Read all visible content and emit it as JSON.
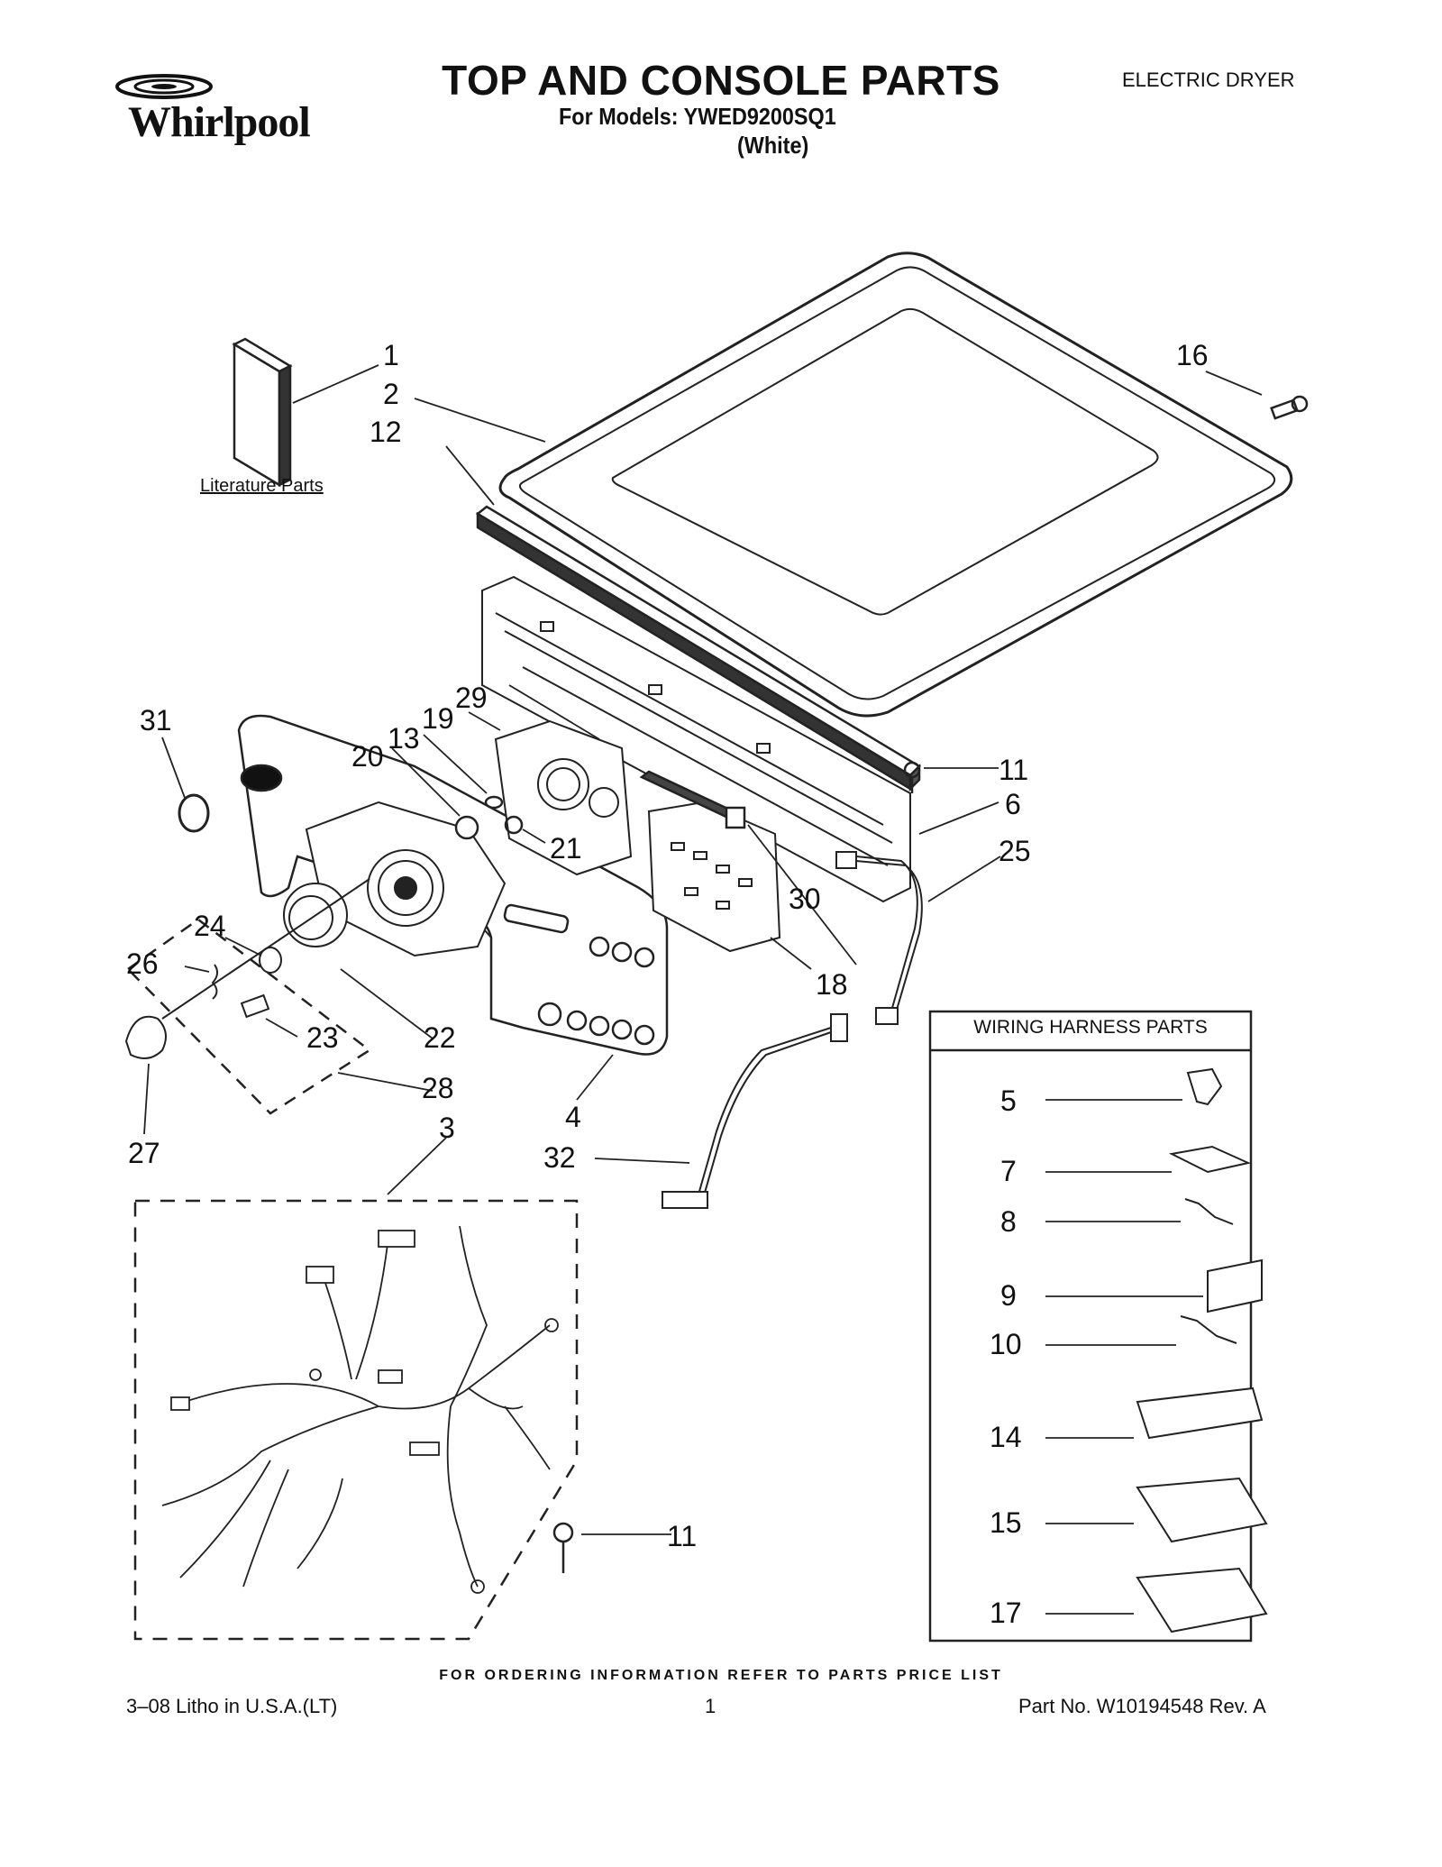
{
  "header": {
    "brand": "Whirlpool",
    "title": "TOP AND CONSOLE PARTS",
    "models_line": "For Models: YWED9200SQ1",
    "color_line": "(White)",
    "product_type": "ELECTRIC DRYER"
  },
  "diagram": {
    "literature_label": "Literature Parts",
    "callouts": [
      "1",
      "2",
      "12",
      "16",
      "31",
      "20",
      "13",
      "19",
      "29",
      "21",
      "11",
      "6",
      "25",
      "30",
      "24",
      "26",
      "23",
      "22",
      "18",
      "28",
      "4",
      "27",
      "3",
      "32",
      "11"
    ],
    "wiring_box": {
      "title": "WIRING HARNESS PARTS",
      "items": [
        "5",
        "7",
        "8",
        "9",
        "10",
        "14",
        "15",
        "17"
      ]
    }
  },
  "footer": {
    "ordering_note": "FOR ORDERING INFORMATION REFER TO PARTS PRICE LIST",
    "litho": "3–08 Litho in U.S.A.(LT)",
    "page_number": "1",
    "part_number": "Part No. W10194548 Rev. A"
  }
}
